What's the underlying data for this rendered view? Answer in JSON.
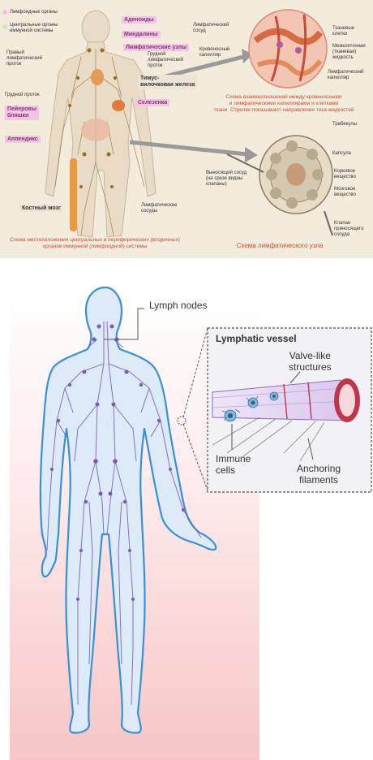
{
  "top": {
    "legend": {
      "lymphoid": "Лимфоидные органы",
      "central": "Центральные органы\nиммунной системы"
    },
    "pink_labels": {
      "adenoids": "Аденоиды",
      "tonsils": "Миндалины",
      "lymph_nodes": "Лимфатические узлы",
      "spleen": "Селезенка",
      "peyer": "Пейеровы\nбляшки",
      "appendix": "Аппендикс",
      "thymus": "Тимус-\nвилочковая железа",
      "marrow": "Костный мозг"
    },
    "labels": {
      "right_duct": "Правый\nлимфатический\nпроток",
      "thoracic_duct_right": "Грудной\nлимфатический\nпроток",
      "thoracic_duct_left": "Грудной проток",
      "vessels": "Лимфатические\nсосуды",
      "lymph_vessel": "Лимфатический\nсосуд",
      "blood_cap": "Кровеносный\nкапилляр",
      "tissue_cells": "Тканевые\nклетки",
      "interstitial": "Межклеточная\n(тканевая)\nжидкость",
      "lymph_cap": "Лимфатический\nкапилляр",
      "trabeculae": "Трабекулы",
      "capsule": "Капсула",
      "cortex": "Корковое\nвещество",
      "medulla": "Мозговое\nвещество",
      "efferent": "Выносящий сосуд\n(на срезе видны\nклапаны)",
      "afferent": "Клапан\nприносящего\nсосуда"
    },
    "captions": {
      "scheme_relation": "Схема взаимоотношений между кровеносными\nи лимфатическими капиллярами и клетками\nткани. Стрелки показывают направление тока жидкостей",
      "scheme_location": "Схема местоположения центральных и периферических (вторичных)\nорганов иммунной (лимфоидной) системы",
      "scheme_node": "Схема лимфатического узла"
    }
  },
  "bottom": {
    "lymph_nodes": "Lymph nodes",
    "inset_title": "Lymphatic vessel",
    "valve": "Valve-like\nstructures",
    "immune": "Immune\ncells",
    "anchoring": "Anchoring\nfilaments"
  },
  "colors": {
    "body_outline": "#3b8fd6",
    "body_fill": "#dcebf7",
    "lymph_purple": "#7a5ab8",
    "inset_border": "#555555",
    "vessel_red": "#c0354a",
    "bg_gradient_bottom": "#f7c5c5"
  }
}
